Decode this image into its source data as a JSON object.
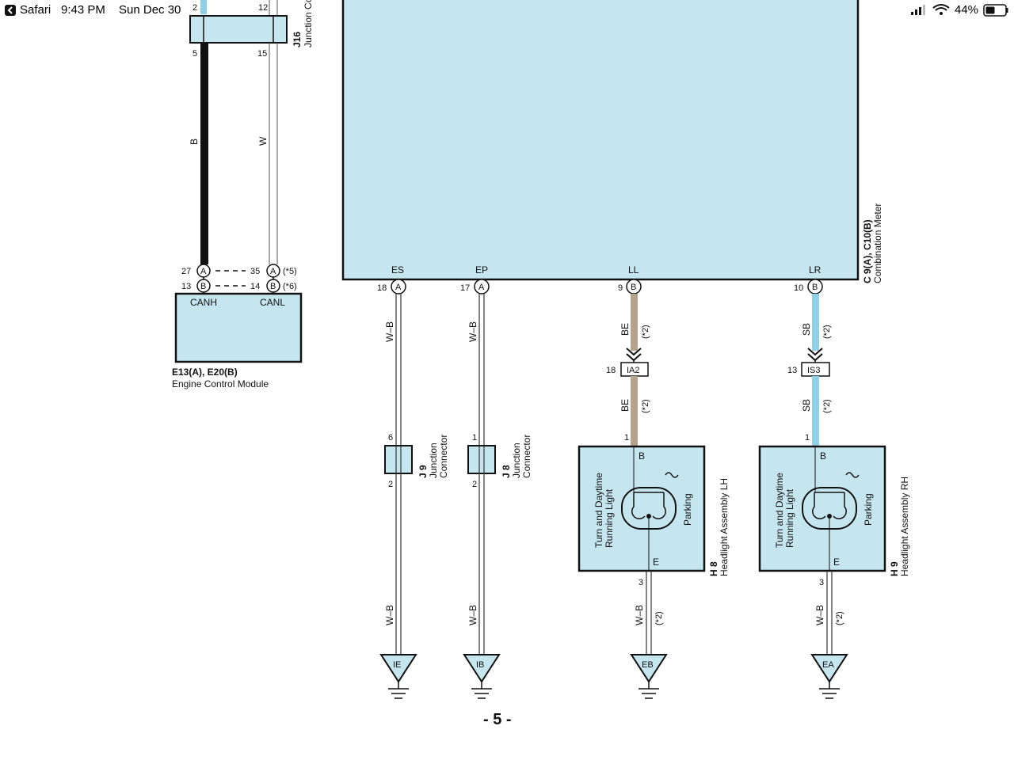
{
  "status_bar": {
    "back_app": "Safari",
    "time": "9:43 PM",
    "date": "Sun Dec 30",
    "battery_percent": "44%"
  },
  "colors": {
    "component_fill": "#c6e6ef",
    "wire_sb": "#8fcfe8",
    "wire_be": "#b5a38e",
    "wire_black": "#111111",
    "ink": "#111111"
  },
  "diagram": {
    "top": {
      "pin_2": "2",
      "pin_12": "12",
      "j16_id": "J16",
      "j16_name": "Junction Co",
      "pin_5": "5",
      "pin_15": "15",
      "wire_b": "B",
      "wire_w": "W"
    },
    "ecm": {
      "pin_27": "27",
      "pin_35": "35",
      "pin_13": "13",
      "pin_14": "14",
      "note_5": "(*5)",
      "note_6": "(*6)",
      "conn_a": "A",
      "conn_b": "B",
      "canh": "CANH",
      "canl": "CANL",
      "id": "E13(A), E20(B)",
      "name": "Engine Control Module"
    },
    "meter": {
      "id": "C 9(A), C10(B)",
      "name": "Combination Meter",
      "term_es": "ES",
      "term_ep": "EP",
      "term_ll": "LL",
      "term_lr": "LR",
      "pin_18": "18",
      "pin_17": "17",
      "pin_9": "9",
      "pin_10": "10"
    },
    "wires": {
      "wb": "W–B",
      "be": "BE",
      "sb": "SB",
      "note_2": "(*2)"
    },
    "connectors": {
      "ia2": "IA2",
      "is3": "IS3",
      "pin_ia2": "18",
      "pin_is3": "13"
    },
    "junctions": {
      "j9_id": "J 9",
      "j8_id": "J 8",
      "name_line1": "Junction",
      "name_line2": "Connector",
      "pin_6": "6",
      "pin_1": "1",
      "pin_2": "2"
    },
    "headlights": {
      "lh_id": "H 8",
      "lh_name": "Headlight Assembly LH",
      "rh_id": "H 9",
      "rh_name": "Headlight Assembly RH",
      "term_b": "B",
      "term_e": "E",
      "pin_1": "1",
      "pin_3": "3",
      "lamp_line1": "Turn and Daytime",
      "lamp_line2": "Running Light",
      "parking": "Parking"
    },
    "grounds": {
      "ie": "IE",
      "ib": "IB",
      "eb": "EB",
      "ea": "EA"
    },
    "page_number": "- 5 -"
  }
}
